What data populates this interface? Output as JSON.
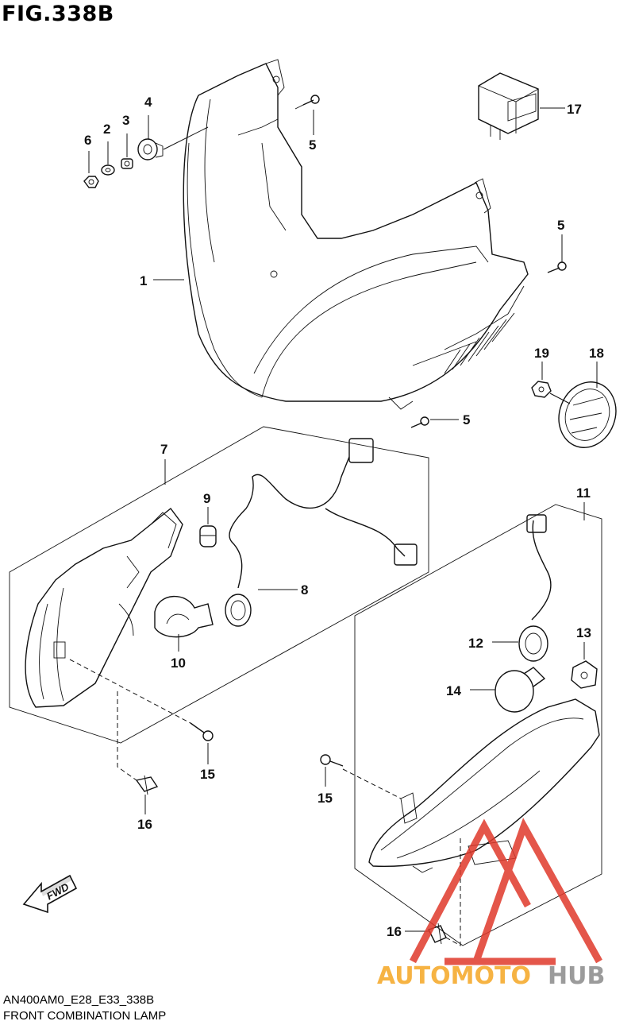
{
  "figure": {
    "title": "FIG.338B",
    "model_code": "AN400AM0_E28_E33_338B",
    "caption": "FRONT COMBINATION LAMP"
  },
  "callouts": [
    "1",
    "2",
    "3",
    "4",
    "5",
    "5",
    "5",
    "6",
    "7",
    "8",
    "9",
    "10",
    "11",
    "12",
    "13",
    "14",
    "15",
    "15",
    "16",
    "16",
    "17",
    "18",
    "19"
  ],
  "direction_marker": "FWD",
  "watermark": {
    "text_a": "AUTOMOTO",
    "text_b": "HUB",
    "color_a": "#f5a623",
    "color_b": "#8a8a8a",
    "logo_color": "#e0392b"
  }
}
